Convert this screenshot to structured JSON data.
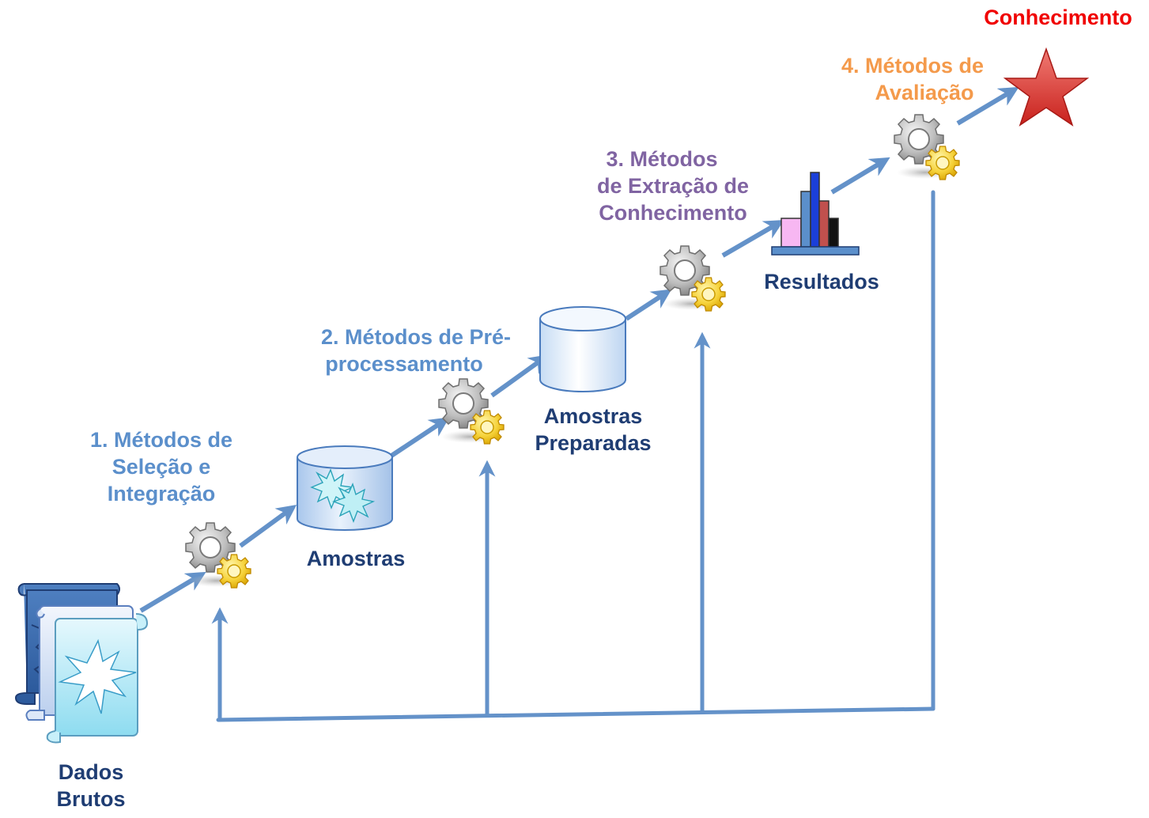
{
  "colors": {
    "arrow": "#6492c9",
    "step1": "#5b8fcb",
    "step2": "#5b8fcb",
    "step3": "#8064a2",
    "step4": "#f49a4b",
    "knowledge": "#f00000",
    "node_label": "#1f3d73",
    "star": "#d9302e"
  },
  "nodes": {
    "raw_data": {
      "line1": "Dados",
      "line2": "Brutos",
      "icon": "document-stack-icon"
    },
    "samples": {
      "label": "Amostras",
      "icon": "database-icon"
    },
    "prepared_samples": {
      "line1": "Amostras",
      "line2": "Preparadas",
      "icon": "database-icon"
    },
    "results": {
      "label": "Resultados",
      "icon": "bar-chart-icon"
    },
    "knowledge": {
      "label": "Conhecimento",
      "icon": "star-icon"
    }
  },
  "steps": {
    "step1": {
      "lines": [
        "1. Métodos de",
        "Seleção e",
        "Integração"
      ],
      "icon": "gears-icon"
    },
    "step2": {
      "lines": [
        "2. Métodos de Pré-",
        "processamento"
      ],
      "icon": "gears-icon"
    },
    "step3": {
      "lines": [
        "3. Métodos",
        "de Extração de",
        "Conhecimento"
      ],
      "icon": "gears-icon"
    },
    "step4": {
      "lines": [
        "4. Métodos de",
        "Avaliação"
      ],
      "icon": "gears-icon"
    }
  }
}
